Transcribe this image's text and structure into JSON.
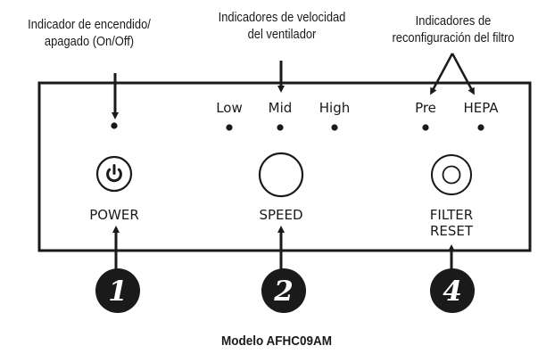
{
  "annotations": {
    "power_indicator": [
      "Indicador de encendido/",
      "apagado (On/Off)"
    ],
    "speed_indicators": [
      "Indicadores de velocidad",
      "del ventilador"
    ],
    "filter_indicators": [
      "Indicadores de",
      "reconfiguración del filtro"
    ]
  },
  "panel": {
    "speed_levels": {
      "low": "Low",
      "mid": "Mid",
      "high": "High"
    },
    "filter_types": {
      "pre": "Pre",
      "hepa": "HEPA"
    },
    "buttons": {
      "power": "POWER",
      "speed": "SPEED",
      "filter_reset_line1": "FILTER",
      "filter_reset_line2": "RESET"
    }
  },
  "callouts": {
    "power": "1",
    "speed": "2",
    "filter_reset": "4"
  },
  "model_label": "Modelo AFHC09AM",
  "icons": {
    "power": "power-symbol-icon"
  },
  "colors": {
    "ink": "#1a1a1a",
    "background": "#ffffff"
  }
}
